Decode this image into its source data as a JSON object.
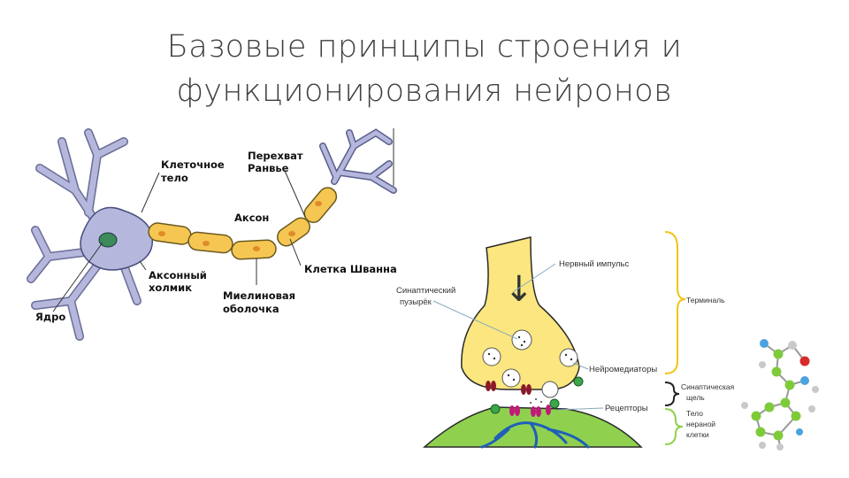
{
  "title": {
    "line1": "Базовые принципы строения и",
    "line2": "функционирования нейронов"
  },
  "neuron": {
    "labels": {
      "cell_body_1": "Клеточное",
      "cell_body_2": "тело",
      "ranvier_1": "Перехват",
      "ranvier_2": "Ранвье",
      "axon": "Аксон",
      "schwann": "Клетка Шванна",
      "hillock_1": "Аксонный",
      "hillock_2": "холмик",
      "myelin_1": "Миелиновая",
      "myelin_2": "оболочка",
      "nucleus": "Ядро"
    }
  },
  "synapse": {
    "labels": {
      "impulse": "Нервный импульс",
      "vesicle_1": "Синаптический",
      "vesicle_2": "пузырёк",
      "neurotransmitters": "Нейромедиаторы",
      "receptors": "Рецепторы",
      "terminal": "Терминаль",
      "cleft_1": "Синаптическая",
      "cleft_2": "щель",
      "body_1": "Тело",
      "body_2": "нерaной",
      "body_3": "клетки"
    },
    "colors": {
      "terminal_fill": "#fbe67f",
      "postsynaptic_fill": "#8fd14f",
      "dendrite_blue": "#1f5fb8",
      "receptor_magenta": "#c2187a",
      "brace_yellow": "#f0c419"
    }
  },
  "molecule": {
    "colors": {
      "carbon": "#7ecb3a",
      "nitrogen": "#4aa3df",
      "oxygen": "#d62b2b",
      "hydrogen": "#c9c9c9"
    }
  }
}
